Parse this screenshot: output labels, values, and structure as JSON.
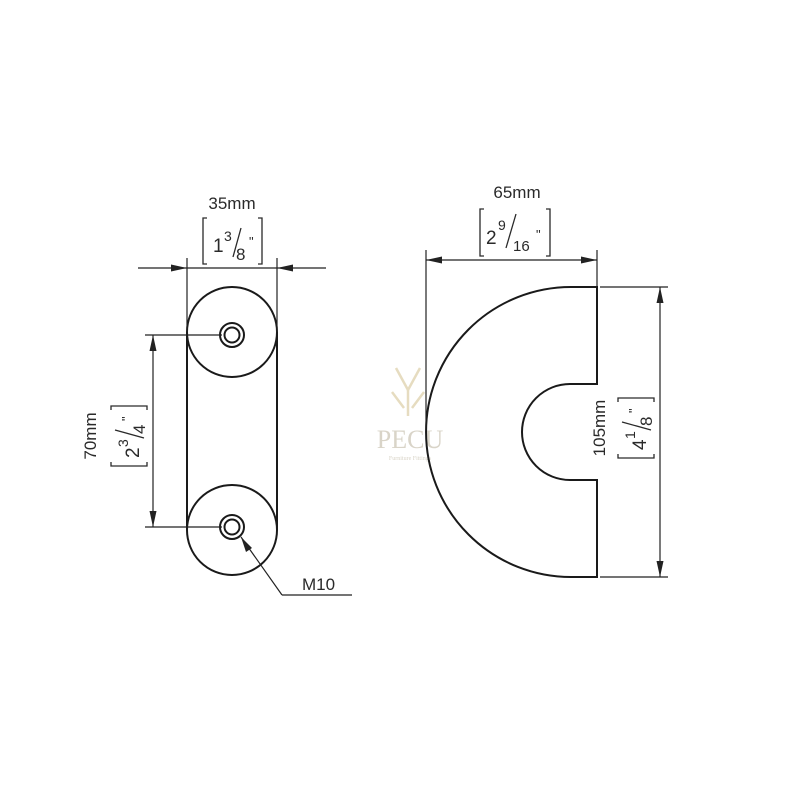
{
  "watermark": {
    "brand": "PECU",
    "tagline": "Furniture Fittings"
  },
  "left_view": {
    "width_label": "35mm",
    "width_inch": {
      "whole": "1",
      "num": "3",
      "den": "8",
      "mark": "\""
    },
    "height_label": "70mm",
    "height_inch": {
      "whole": "2",
      "num": "3",
      "den": "4",
      "mark": "\""
    },
    "thread_label": "M10"
  },
  "right_view": {
    "width_label": "65mm",
    "width_inch": {
      "whole": "2",
      "num": "9",
      "den": "16",
      "mark": "\""
    },
    "height_label": "105mm",
    "height_inch": {
      "whole": "4",
      "num": "1",
      "den": "8",
      "mark": "\""
    }
  }
}
